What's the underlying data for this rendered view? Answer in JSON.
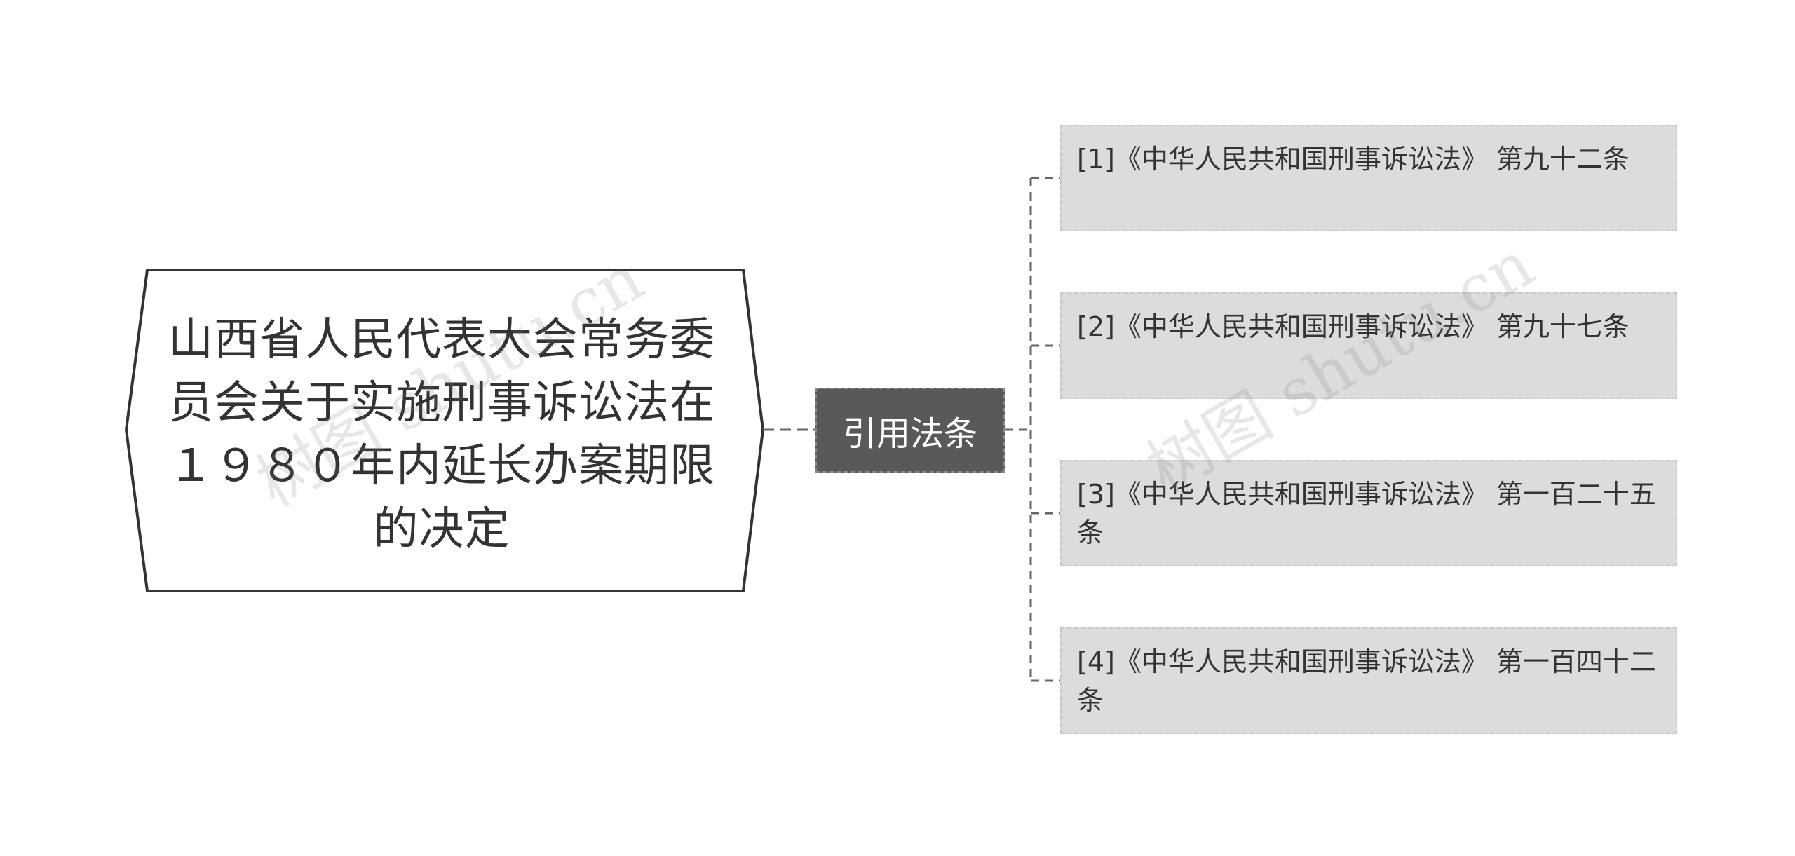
{
  "root": {
    "title": "山西省人民代表大会常务委员会关于实施刑事诉讼法在１９８０年内延长办案期限的决定"
  },
  "branch": {
    "label": "引用法条"
  },
  "leaves": [
    {
      "text": "[1]《中华人民共和国刑事诉讼法》 第九十二条"
    },
    {
      "text": "[2]《中华人民共和国刑事诉讼法》 第九十七条"
    },
    {
      "text": "[3]《中华人民共和国刑事诉讼法》 第一百二十五条"
    },
    {
      "text": "[4]《中华人民共和国刑事诉讼法》 第一百四十二条"
    }
  ],
  "watermark": {
    "text": "树图 shutu.cn"
  },
  "colors": {
    "root_border": "#333333",
    "branch_fill": "#595959",
    "leaf_fill": "#dcdcdc",
    "connector": "#666666"
  }
}
